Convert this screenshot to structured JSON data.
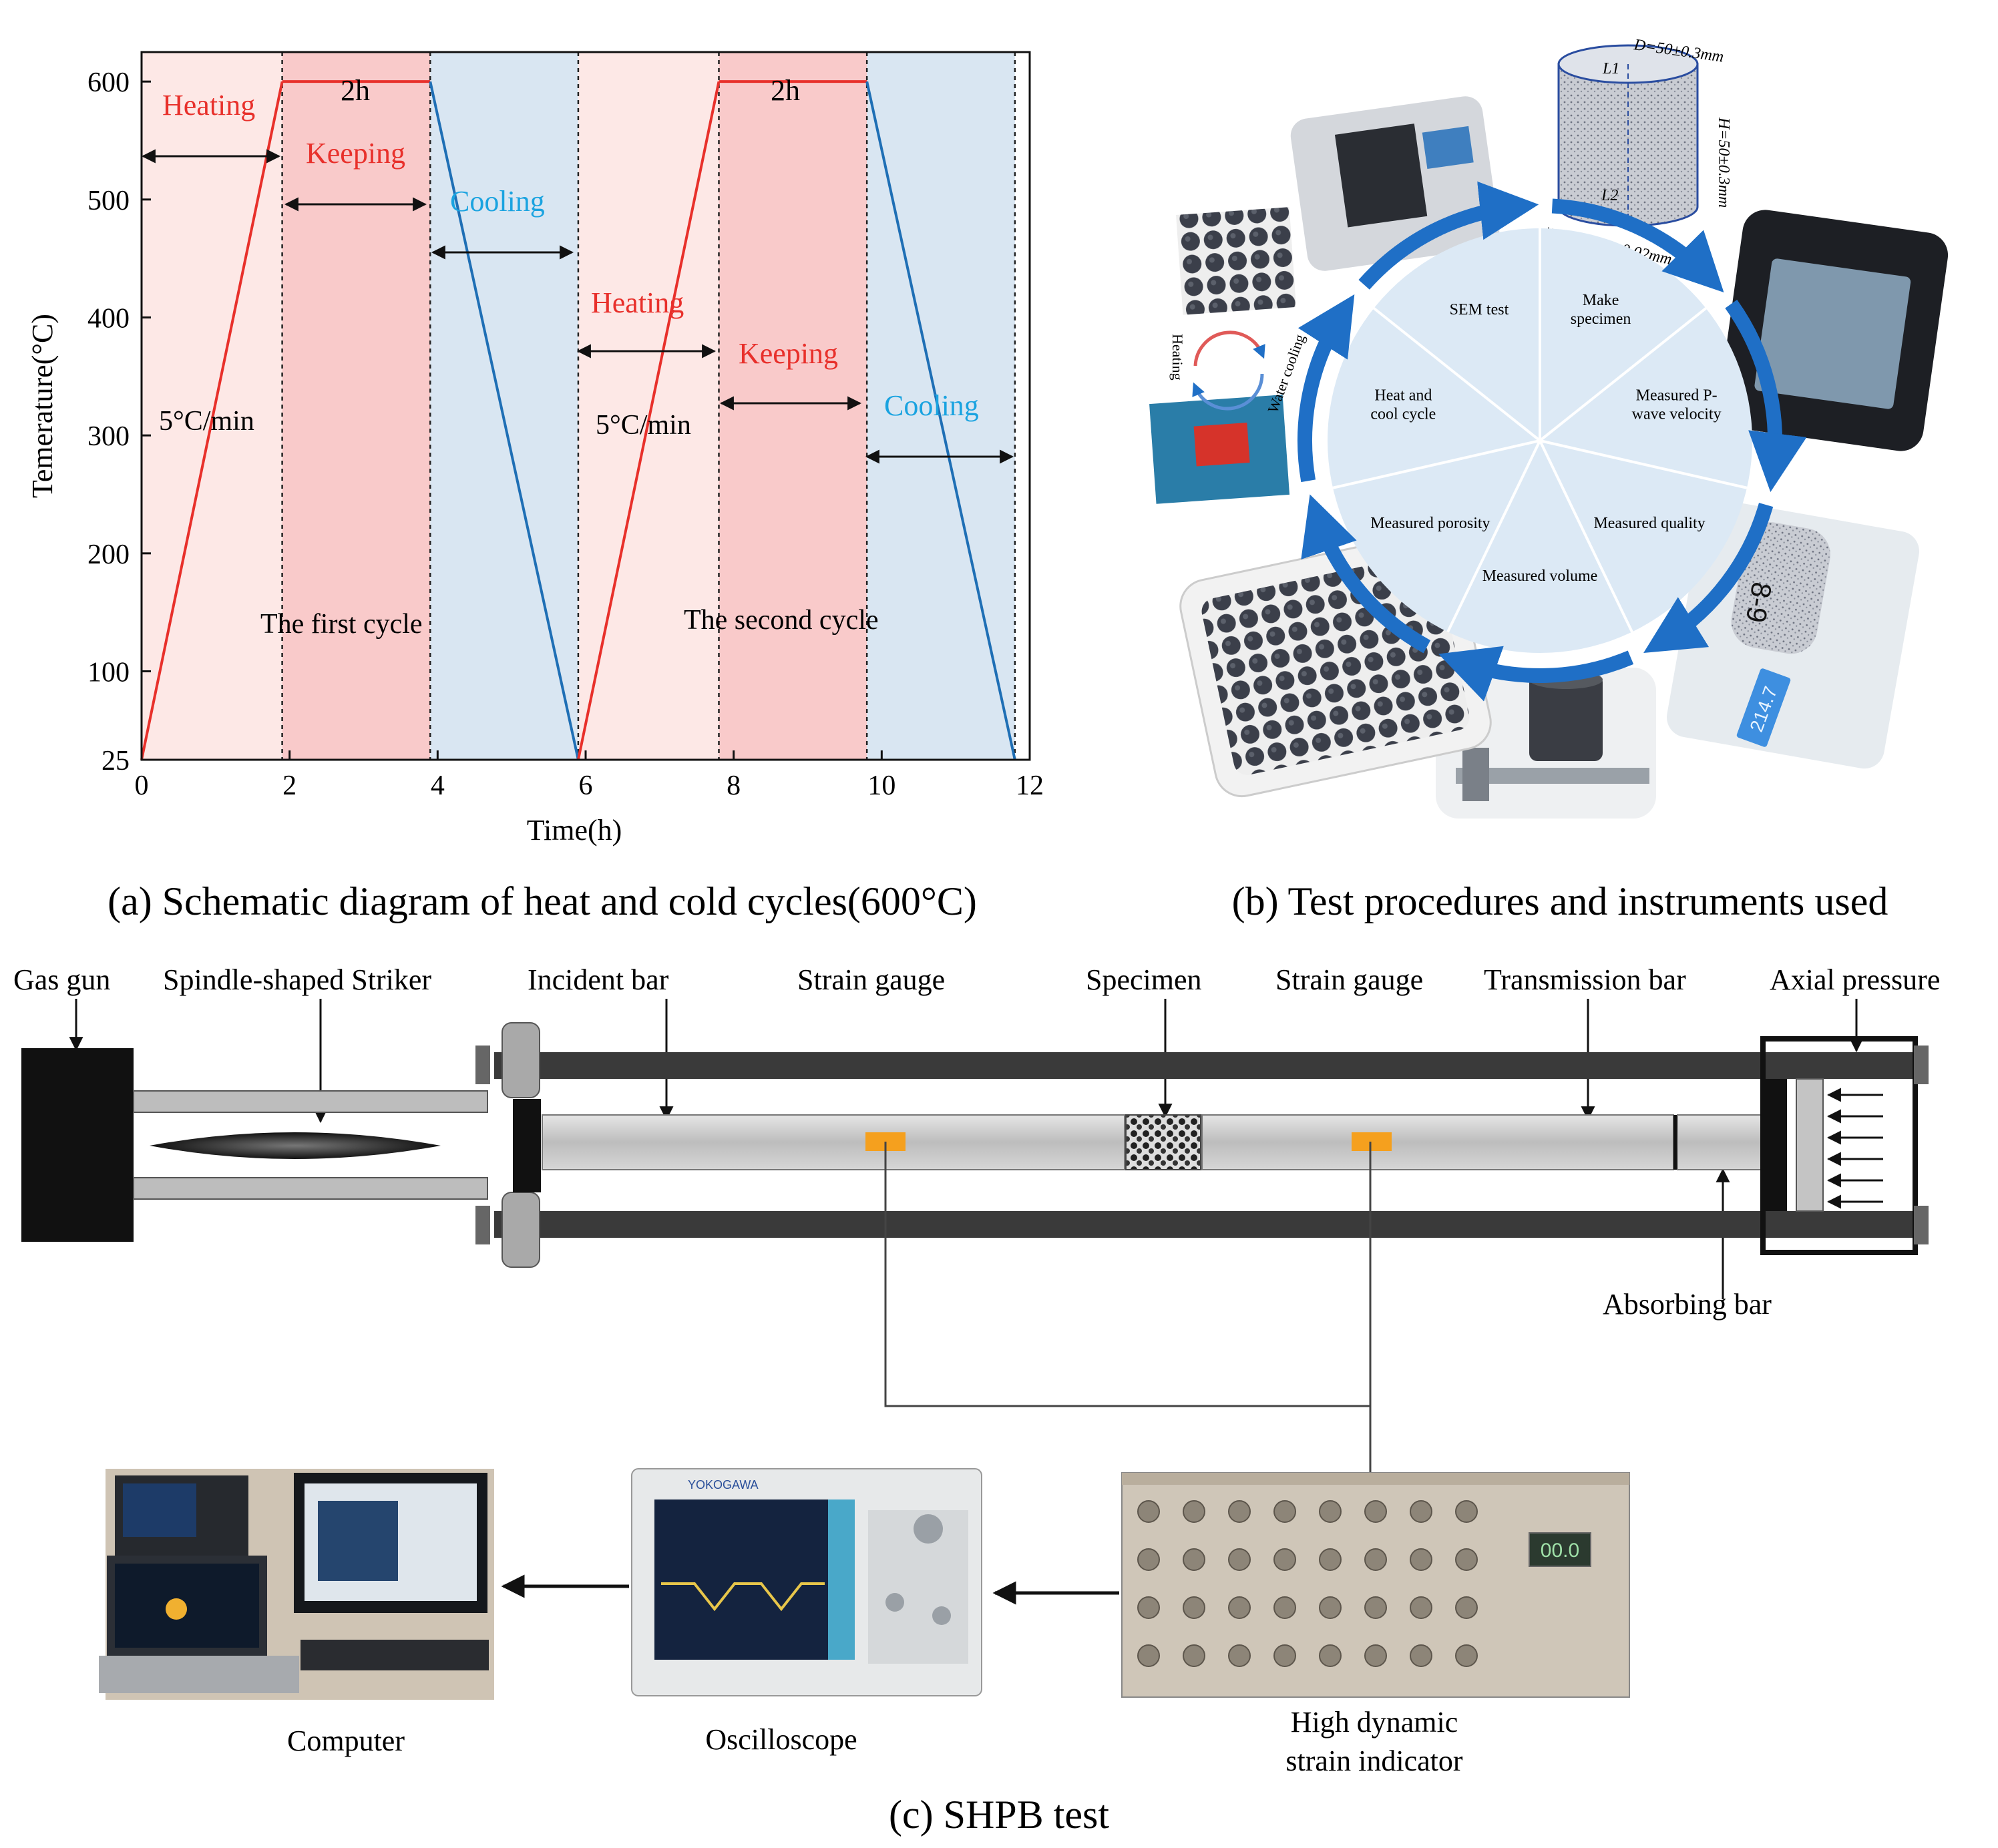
{
  "panel_a": {
    "caption": "(a) Schematic diagram of heat and cold cycles(600°C)",
    "labels": {
      "heating_1": "Heating",
      "keeping_1": "Keeping",
      "cooling_1": "Cooling",
      "heating_2": "Heating",
      "keeping_2": "Keeping",
      "cooling_2": "Cooling",
      "hold_1": "2h",
      "hold_2": "2h",
      "rate_1": "5°C/min",
      "rate_2": "5°C/min",
      "cycle_1": "The first cycle",
      "cycle_2": "The second cycle"
    },
    "colors": {
      "heating_bg": "#fde8e6",
      "keeping_bg": "#f9caca",
      "cooling_bg": "#d9e6f2",
      "heating_line": "#e8302b",
      "cooling_line": "#1f6fb5",
      "heating_text": "#e8302b",
      "cooling_text": "#1aa3e0"
    }
  },
  "chart_data": {
    "type": "line",
    "xlabel": "Time(h)",
    "ylabel": "Temerature(°C)",
    "xlim": [
      0,
      12
    ],
    "ylim": [
      25,
      625
    ],
    "xticks": [
      "0",
      "2",
      "4",
      "6",
      "8",
      "10",
      "12"
    ],
    "yticks": [
      "25",
      "100",
      "200",
      "300",
      "400",
      "500",
      "600"
    ],
    "ytick_values": [
      25,
      100,
      200,
      300,
      400,
      500,
      600
    ],
    "series": [
      {
        "x": [
          0,
          1.9,
          3.9,
          5.9,
          7.8,
          9.8,
          11.8
        ],
        "y": [
          25,
          600,
          600,
          25,
          600,
          600,
          25
        ]
      }
    ],
    "phase_boundaries": [
      1.9,
      3.9,
      5.9,
      7.8,
      9.8,
      11.8
    ],
    "grid": false
  },
  "panel_b": {
    "caption": "(b) Test procedures and instruments used",
    "steps": [
      "SEM test",
      "Make specimen",
      "Measured P-wave velocity",
      "Measured quality",
      "Measured volume",
      "Measured porosity",
      "Heat and cool cycle"
    ],
    "dimension_d": "D=50±0.3mm",
    "dimension_h": "H=50±0.3mm",
    "dimension_tol": "|L1 − L2| ≤ 0.02mm",
    "l1": "L1",
    "l2": "L2",
    "heating": "Heating",
    "water_cooling": "Water cooling",
    "specimen_mark": "8-9",
    "scale_reading": "214.7",
    "colors": {
      "arrow": "#1f6fc6",
      "sector": "#dce9f5",
      "divider": "#ffffff"
    }
  },
  "panel_c": {
    "caption": "(c) SHPB test",
    "labels": {
      "gas_gun": "Gas gun",
      "striker": "Spindle-shaped Striker",
      "incident_bar": "Incident bar",
      "strain_gauge_1": "Strain gauge",
      "specimen": "Specimen",
      "strain_gauge_2": "Strain gauge",
      "transmission_bar": "Transmission bar",
      "axial_pressure": "Axial pressure",
      "absorbing_bar": "Absorbing bar",
      "computer": "Computer",
      "oscilloscope": "Oscilloscope",
      "indicator_line1": "High dynamic",
      "indicator_line2": "strain indicator"
    },
    "oscilloscope_brand": "YOKOGAWA",
    "indicator_display": "00.0",
    "colors": {
      "gauge": "#f5a01e",
      "bar": "#cdcdcd",
      "rail": "#3a3a3a"
    }
  }
}
